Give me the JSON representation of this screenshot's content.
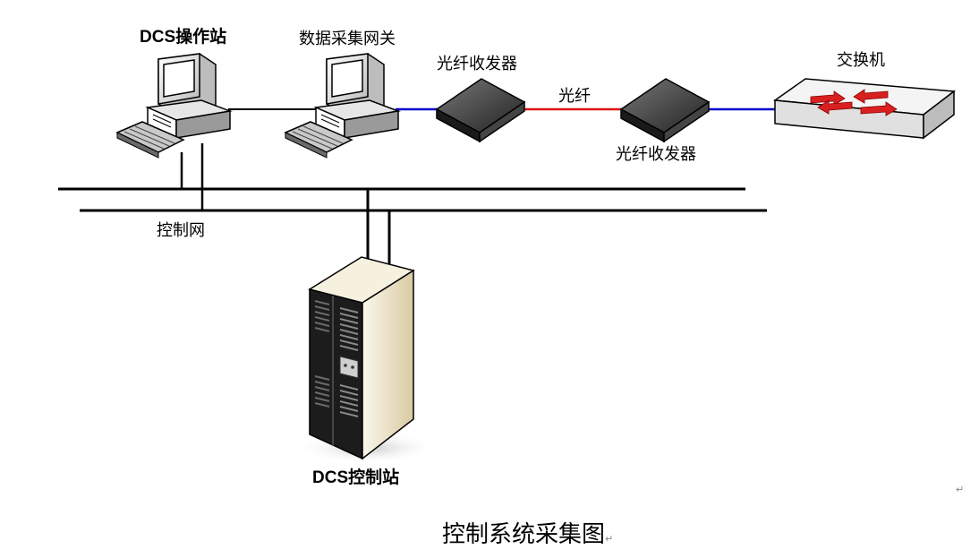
{
  "labels": {
    "dcs_station": "DCS操作站",
    "gateway": "数据采集网关",
    "transceiver_left": "光纤收发器",
    "fiber": "光纤",
    "transceiver_right": "光纤收发器",
    "switch": "交换机",
    "control_net": "控制网",
    "dcs_controller": "DCS控制站"
  },
  "caption": "控制系统采集图",
  "paragraph_mark": "↵",
  "icons": [
    "computer-workstation-icon",
    "computer-workstation-icon",
    "fiber-transceiver-icon",
    "fiber-transceiver-icon",
    "network-switch-icon",
    "server-cabinet-icon"
  ],
  "colors": {
    "copper_link": "#0000cc",
    "fiber_link": "#dd1111",
    "bus": "#000000",
    "cabinet": "#ede3c8",
    "switch_arrow": "#d82020"
  }
}
